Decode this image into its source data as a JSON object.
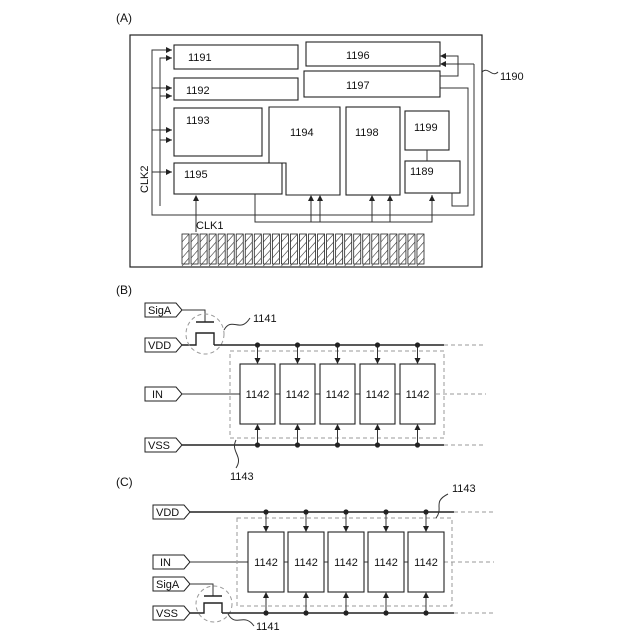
{
  "panels": {
    "a": "(A)",
    "b": "(B)",
    "c": "(C)"
  },
  "a": {
    "chip": "1190",
    "b1191": "1191",
    "b1192": "1192",
    "b1193": "1193",
    "b1194": "1194",
    "b1195": "1195",
    "b1196": "1196",
    "b1197": "1197",
    "b1198": "1198",
    "b1199": "1199",
    "b1189": "1189",
    "clk1": "CLK1",
    "clk2": "CLK2"
  },
  "b": {
    "siga": "SigA",
    "vdd": "VDD",
    "in": "IN",
    "vss": "VSS",
    "sw": "1141",
    "group": "1143",
    "cells": [
      "1142",
      "1142",
      "1142",
      "1142",
      "1142"
    ]
  },
  "c": {
    "siga": "SigA",
    "vdd": "VDD",
    "in": "IN",
    "vss": "VSS",
    "sw": "1141",
    "group": "1143",
    "cells": [
      "1142",
      "1142",
      "1142",
      "1142",
      "1142"
    ]
  }
}
